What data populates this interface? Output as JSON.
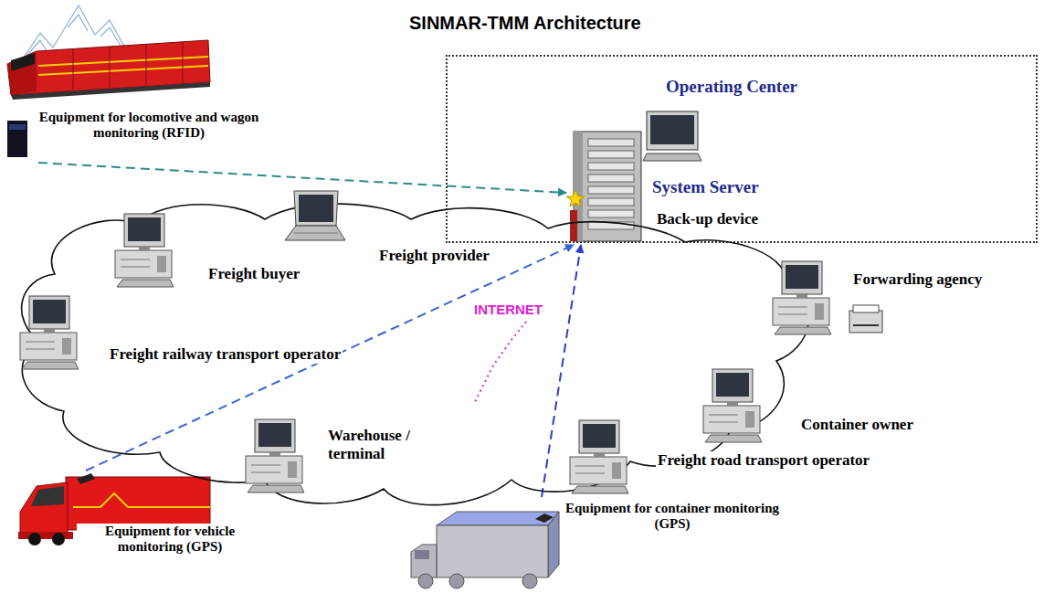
{
  "diagram": {
    "title": "SINMAR-TMM Architecture",
    "nodes": [
      {
        "text": [
          "Operating Center"
        ]
      },
      {
        "text": [
          "System Server",
          "Back-up device"
        ],
        "in": 0
      },
      {
        "text": [
          "Equipment for locomotive and wagon monitoring (RFID)"
        ]
      },
      {
        "text": [
          "INTERNET"
        ]
      },
      {
        "text": [
          "Freight buyer"
        ],
        "in": 3
      },
      {
        "text": [
          "Freight provider"
        ],
        "in": 3
      },
      {
        "text": [
          "Forwarding agency"
        ],
        "in": 3
      },
      {
        "text": [
          "Freight railway transport operator"
        ],
        "in": 3
      },
      {
        "text": [
          "Container owner"
        ],
        "in": 3
      },
      {
        "text": [
          "Warehouse / terminal"
        ],
        "in": 3
      },
      {
        "text": [
          "Freight road transport operator"
        ],
        "in": 3
      },
      {
        "text": [
          "Equipment for vehicle monitoring (GPS)"
        ]
      },
      {
        "text": [
          "Equipment for container monitoring (GPS)"
        ]
      }
    ],
    "edges": [
      {
        "from": 2,
        "to": 1,
        "arrow": "to"
      },
      {
        "from": 11,
        "to": 1,
        "arrow": "to"
      },
      {
        "from": 12,
        "to": 1,
        "arrow": "to"
      }
    ]
  }
}
